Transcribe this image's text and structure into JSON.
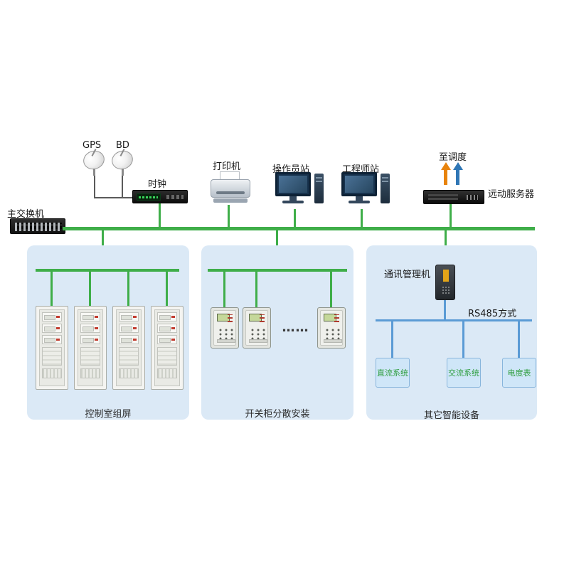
{
  "colors": {
    "bus_green": "#3fae49",
    "link_blue": "#5b9bd5",
    "arrow_orange": "#e8830c",
    "arrow_blue": "#2f76b5",
    "panel_bg": "#dbe9f6",
    "smart_box_bg": "#cfe6f8",
    "smart_box_text": "#2f9e3f"
  },
  "top": {
    "gps_label": "GPS",
    "bd_label": "BD",
    "clock_label": "时钟",
    "printer_label": "打印机",
    "operator_station_label": "操作员站",
    "engineer_station_label": "工程师站",
    "to_dispatch_label": "至调度",
    "remote_server_label": "远动服务器",
    "main_switch_label": "主交换机"
  },
  "panels": {
    "control_room": {
      "caption": "控制室组屏"
    },
    "switchgear": {
      "caption": "开关柜分散安装",
      "ellipsis": "……"
    },
    "other_devices": {
      "caption": "其它智能设备",
      "comm_manager_label": "通讯管理机",
      "rs485_label": "RS485方式",
      "boxes": [
        {
          "label": "直流系统"
        },
        {
          "label": "交流系统"
        },
        {
          "label": "电度表"
        }
      ]
    }
  }
}
